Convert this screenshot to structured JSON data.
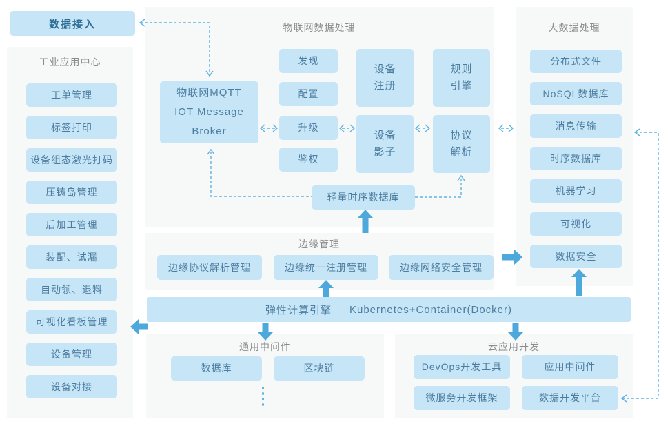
{
  "colors": {
    "box_fill": "#c6e5f7",
    "box_text": "#4c7da0",
    "access_text": "#2c6d95",
    "panel_bg": "#f7f8f8",
    "title_text": "#8b8b8b",
    "dashed_line": "#5fb2e3",
    "solid_arrow": "#4da9db"
  },
  "data_access": {
    "label": "数据接入"
  },
  "industrial_center": {
    "title": "工业应用中心",
    "items": [
      "工单管理",
      "标签打印",
      "设备组态激光打码",
      "压铸岛管理",
      "后加工管理",
      "装配、试漏",
      "自动领、退料",
      "可视化看板管理",
      "设备管理",
      "设备对接"
    ]
  },
  "iot": {
    "title": "物联网数据处理",
    "broker": {
      "lines": [
        "物联网MQTT",
        "IOT Message",
        "Broker"
      ]
    },
    "functions": [
      "发现",
      "配置",
      "升级",
      "鉴权"
    ],
    "modules": [
      "设备\n注册",
      "设备\n影子",
      "规则\n引擎",
      "协议\n解析"
    ],
    "tsdb": "轻量时序数据库"
  },
  "big_data": {
    "title": "大数据处理",
    "items": [
      "分布式文件",
      "NoSQL数据库",
      "消息传输",
      "时序数据库",
      "机器学习",
      "可视化",
      "数据安全"
    ]
  },
  "edge": {
    "title": "边缘管理",
    "items": [
      "边缘协议解析管理",
      "边缘统一注册管理",
      "边缘网络安全管理"
    ]
  },
  "compute_band": {
    "label_cn": "弹性计算引擎",
    "label_en": "Kubernetes+Container(Docker)"
  },
  "middleware": {
    "title": "通用中间件",
    "items": [
      "数据库",
      "区块链"
    ],
    "more_icon": "vertical-ellipsis-icon"
  },
  "cloud_dev": {
    "title": "云应用开发",
    "items": [
      "DevOps开发工具",
      "应用中间件",
      "微服务开发框架",
      "数据开发平台"
    ]
  }
}
